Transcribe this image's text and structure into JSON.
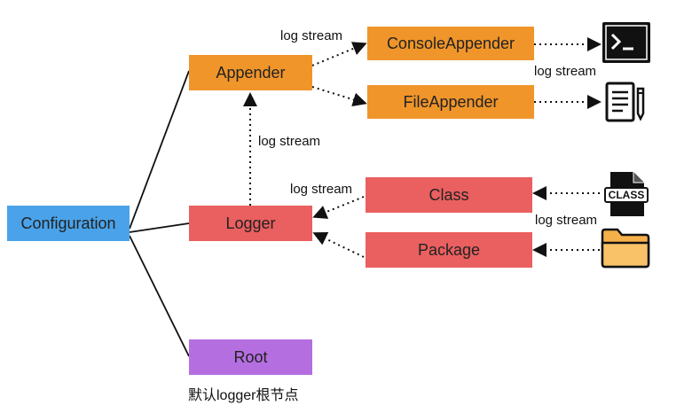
{
  "nodes": {
    "configuration": "Configuration",
    "appender": "Appender",
    "console_appender": "ConsoleAppender",
    "file_appender": "FileAppender",
    "logger": "Logger",
    "class": "Class",
    "package": "Package",
    "root": "Root"
  },
  "edge_labels": {
    "appender_to_console": "log stream",
    "console_to_terminal": "log stream",
    "logger_to_appender": "log stream",
    "class_to_logger": "log stream",
    "package_icon_to_package": "log stream"
  },
  "captions": {
    "root_caption": "默认logger根节点"
  },
  "icons": {
    "terminal": "terminal-icon",
    "document": "document-icon",
    "class_file": "class-file-icon",
    "folder": "folder-icon",
    "class_file_text": "CLASS"
  },
  "colors": {
    "configuration": "#4aa3ea",
    "appender": "#f0952a",
    "logger": "#ea5f5f",
    "root": "#b46ee0"
  }
}
